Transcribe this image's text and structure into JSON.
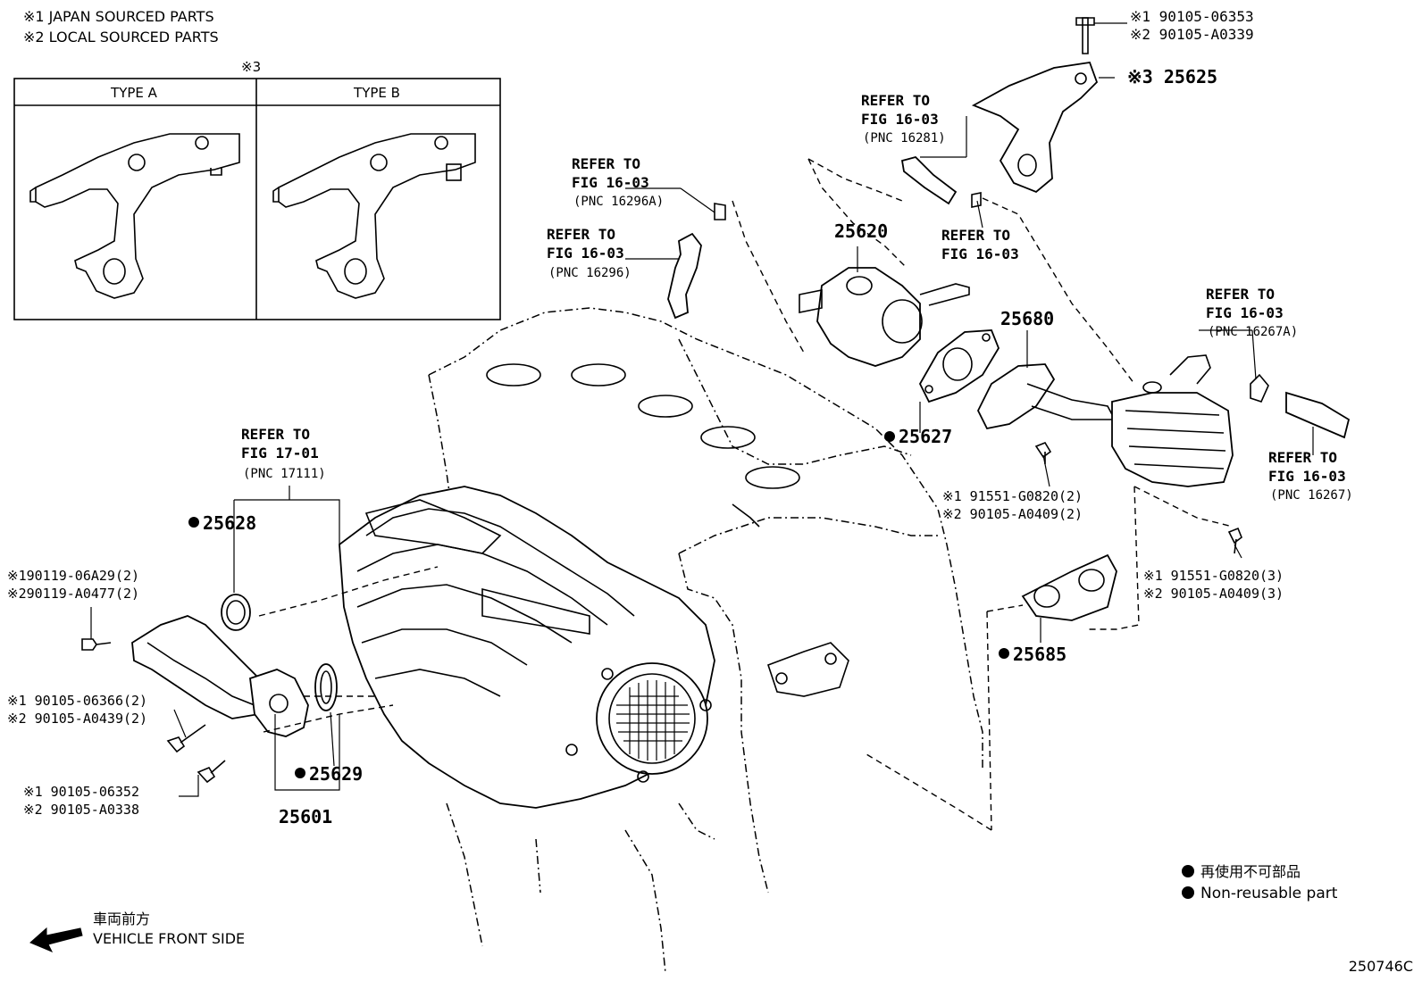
{
  "notes": {
    "japan": "※1 JAPAN SOURCED PARTS",
    "local": "※2 LOCAL SOURCED PARTS"
  },
  "type_table": {
    "mark": "※3",
    "col_a": "TYPE A",
    "col_b": "TYPE B"
  },
  "callouts": {
    "bolt_top_1": "※1 90105-06353",
    "bolt_top_2": "※2 90105-A0339",
    "p25625": "※3 25625",
    "refer_16281": [
      "REFER TO",
      "FIG 16-03",
      "(PNC 16281)"
    ],
    "refer_16296a": [
      "REFER TO",
      "FIG 16-03",
      "(PNC 16296A)"
    ],
    "refer_16296": [
      "REFER TO",
      "FIG 16-03",
      "(PNC 16296)"
    ],
    "p25620": "25620",
    "refer_fig1603_mid": [
      "REFER TO",
      "FIG 16-03"
    ],
    "p25680": "25680",
    "refer_16267a": [
      "REFER TO",
      "FIG 16-03",
      "(PNC 16267A)"
    ],
    "p25627": "25627",
    "refer_16267": [
      "REFER TO",
      "FIG 16-03",
      "(PNC 16267)"
    ],
    "refer_17111": [
      "REFER TO",
      "FIG 17-01",
      "(PNC 17111)"
    ],
    "p25628": "25628",
    "bolt_g0820_2_1": "※1 91551-G0820(2)",
    "bolt_g0820_2_2": "※2 90105-A0409(2)",
    "bolt_06a29_1": "※190119-06A29(2)",
    "bolt_06a29_2": "※290119-A0477(2)",
    "bolt_g0820_3_1": "※1 91551-G0820(3)",
    "bolt_g0820_3_2": "※2 90105-A0409(3)",
    "p25685": "25685",
    "bolt_06366_1": "※1 90105-06366(2)",
    "bolt_06366_2": "※2 90105-A0439(2)",
    "p25629": "25629",
    "bolt_06352_1": "※1 90105-06352",
    "bolt_06352_2": "※2 90105-A0338",
    "p25601": "25601"
  },
  "legend": {
    "jp": "再使用不可部品",
    "en": "Non-reusable part"
  },
  "direction": {
    "jp": "車両前方",
    "en": "VEHICLE FRONT SIDE"
  },
  "figure_id": "250746C"
}
